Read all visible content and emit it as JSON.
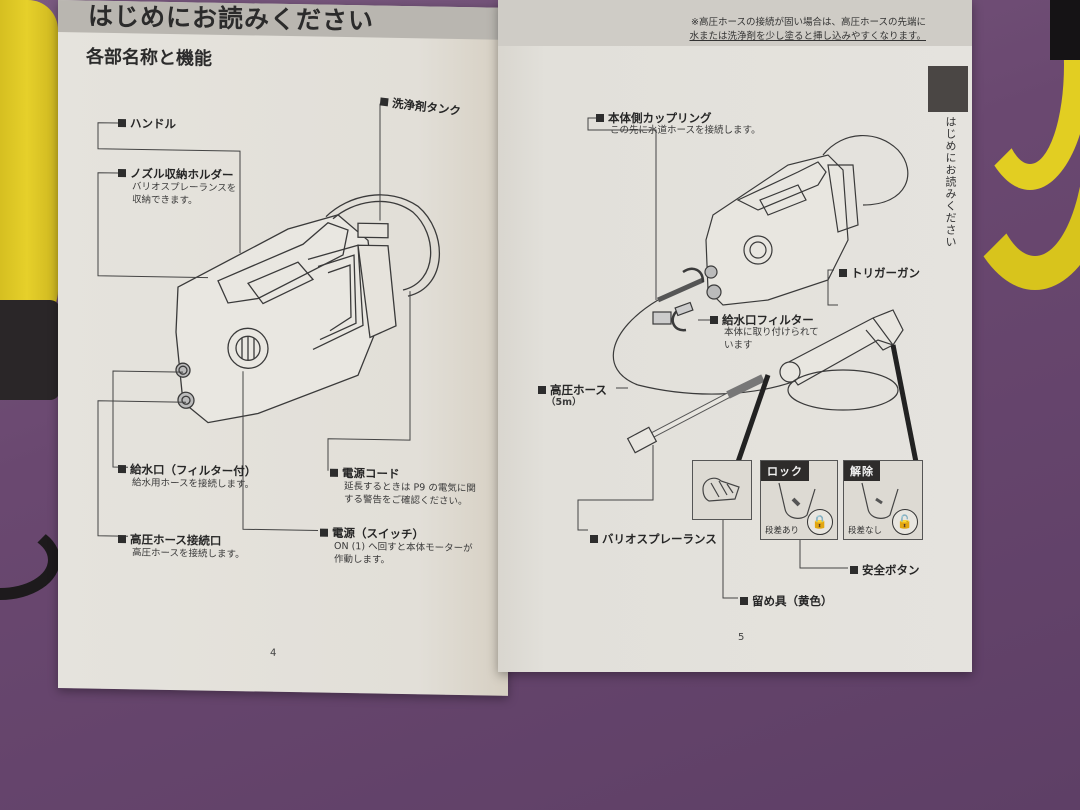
{
  "left_page": {
    "header_title": "はじめにお読みください",
    "section_title": "各部名称と機能",
    "page_number": "4",
    "parts": [
      {
        "id": "handle",
        "label": "ハンドル",
        "description": []
      },
      {
        "id": "nozzle_holder",
        "label": "ノズル収納ホルダー",
        "description": [
          "バリオスプレーランスを",
          "収納できます。"
        ]
      },
      {
        "id": "detergent_tank",
        "label": "洗浄剤タンク",
        "description": []
      },
      {
        "id": "water_inlet",
        "label": "給水口（フィルター付）",
        "description": [
          "給水用ホースを接続します。"
        ]
      },
      {
        "id": "high_pressure_outlet",
        "label": "高圧ホース接続口",
        "description": [
          "高圧ホースを接続します。"
        ]
      },
      {
        "id": "power_cord",
        "label": "電源コード",
        "description": [
          "延長するときは P9 の電気に関",
          "する警告をご確認ください。"
        ]
      },
      {
        "id": "power_switch",
        "label": "電源（スイッチ）",
        "description": [
          "ON (1) へ回すと本体モーターが",
          "作動します。"
        ]
      }
    ]
  },
  "right_page": {
    "note": [
      "※高圧ホースの接続が固い場合は、高圧ホースの先端に",
      "水または洗浄剤を少し塗ると挿し込みやすくなります。"
    ],
    "side_tab_text": "はじめにお読みください",
    "page_number": "5",
    "parts": [
      {
        "id": "body_coupling",
        "label": "本体側カップリング",
        "description": [
          "この先に水道ホースを接続します。"
        ]
      },
      {
        "id": "trigger_gun",
        "label": "トリガーガン",
        "description": []
      },
      {
        "id": "inlet_filter",
        "label": "給水口フィルター",
        "description": [
          "本体に取り付けられて",
          "います"
        ]
      },
      {
        "id": "high_pressure_hose",
        "label": "高圧ホース",
        "description": [
          "（5m）"
        ]
      },
      {
        "id": "vario_spray_lance",
        "label": "バリオスプレーランス",
        "description": []
      },
      {
        "id": "safety_button",
        "label": "安全ボタン",
        "description": []
      },
      {
        "id": "retainer",
        "label": "留め具（黄色）",
        "description": []
      }
    ],
    "lock_panels": [
      {
        "tag": "ロック",
        "caption": "段差あり",
        "icon": "lock-closed-icon"
      },
      {
        "tag": "解除",
        "caption": "段差なし",
        "icon": "lock-open-icon"
      }
    ]
  },
  "colors": {
    "background_purple": "#6a4870",
    "paper": "#e4e2dc",
    "header_band": "#b9b6b0",
    "dark_tab": "#4a4644",
    "hose_yellow": "#d8c41c"
  }
}
